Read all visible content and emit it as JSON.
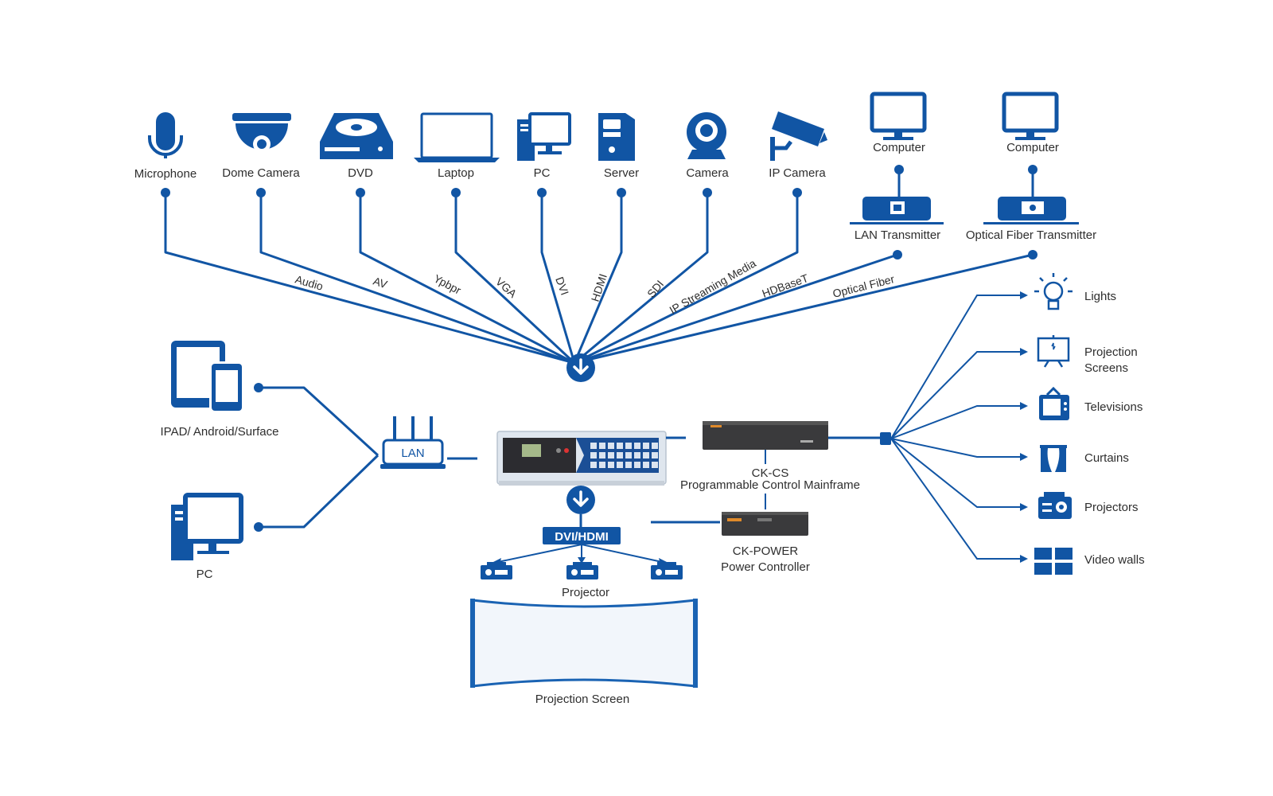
{
  "colors": {
    "primary": "#1155a4",
    "text": "#2e2e2e",
    "device_dark": "#3a3a3c"
  },
  "sources": [
    {
      "label": "Microphone",
      "icon": "microphone-icon",
      "signal": "Audio"
    },
    {
      "label": "Dome Camera",
      "icon": "dome-camera-icon",
      "signal": "AV"
    },
    {
      "label": "DVD",
      "icon": "dvd-icon",
      "signal": "Ypbpr"
    },
    {
      "label": "Laptop",
      "icon": "laptop-icon",
      "signal": "VGA"
    },
    {
      "label": "PC",
      "icon": "pc-icon",
      "signal": "DVI"
    },
    {
      "label": "Server",
      "icon": "server-icon",
      "signal": "HDMI"
    },
    {
      "label": "Camera",
      "icon": "webcam-icon",
      "signal": "SDI"
    },
    {
      "label": "IP Camera",
      "icon": "ip-camera-icon",
      "signal": "IP Streaming Media"
    }
  ],
  "transmitters": [
    {
      "computer_label": "Computer",
      "label": "LAN Transmitter",
      "icon": "lan-transmitter-icon",
      "signal": "HDBaseT"
    },
    {
      "computer_label": "Computer",
      "label": "Optical Fiber Transmitter",
      "icon": "fiber-transmitter-icon",
      "signal": "Optical Fiber"
    }
  ],
  "clients": [
    {
      "label": "IPAD/ Android/Surface",
      "icon": "tablet-phone-icon"
    },
    {
      "label": "PC",
      "icon": "desktop-pc-icon"
    }
  ],
  "router": {
    "label": "LAN",
    "icon": "router-icon"
  },
  "mainframe": {
    "name": "CK-CS",
    "desc": "Programmable Control Mainframe"
  },
  "power": {
    "name": "CK-POWER",
    "desc": "Power Controller"
  },
  "output": {
    "interface": "DVI/HDMI",
    "projector_label": "Projector",
    "screen_label": "Projection Screen"
  },
  "controlled": [
    {
      "label": "Lights",
      "icon": "bulb-icon"
    },
    {
      "label": "Projection",
      "label2": "Screens",
      "icon": "projection-screen-icon"
    },
    {
      "label": "Televisions",
      "icon": "tv-icon"
    },
    {
      "label": "Curtains",
      "icon": "curtains-icon"
    },
    {
      "label": "Projectors",
      "icon": "projector-icon"
    },
    {
      "label": "Video walls",
      "icon": "video-wall-icon"
    }
  ]
}
